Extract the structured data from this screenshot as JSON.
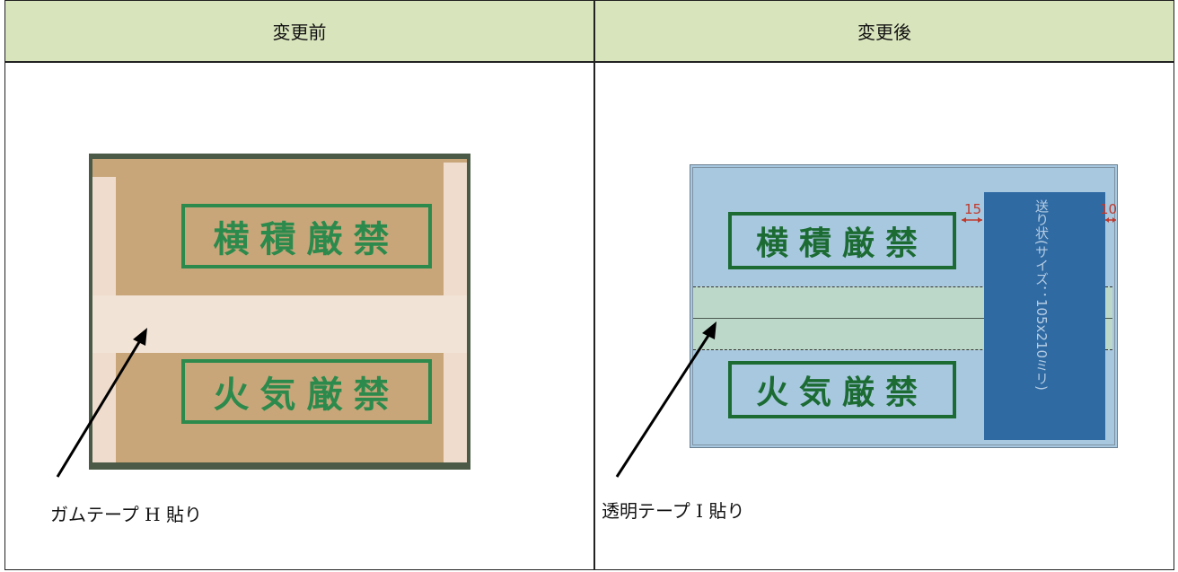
{
  "table": {
    "header_before": "変更前",
    "header_after": "変更後"
  },
  "before": {
    "box_label_top": "横積厳禁",
    "box_label_bottom": "火気厳禁",
    "caption": "ガムテープ H 貼り"
  },
  "after": {
    "box_label_top": "横積厳禁",
    "box_label_bottom": "火気厳禁",
    "dim_left": "15",
    "dim_right": "10",
    "label_text": "送り状(サイズ：105x210ミリ)",
    "caption": "透明テープ I 貼り"
  },
  "colors": {
    "header_bg": "#d8e4bc",
    "cardboard": "#c9a67a",
    "diagram_bg": "#a8c8e0",
    "label_blue": "#2f6aa3",
    "stamp_green": "#2c8a4c"
  }
}
